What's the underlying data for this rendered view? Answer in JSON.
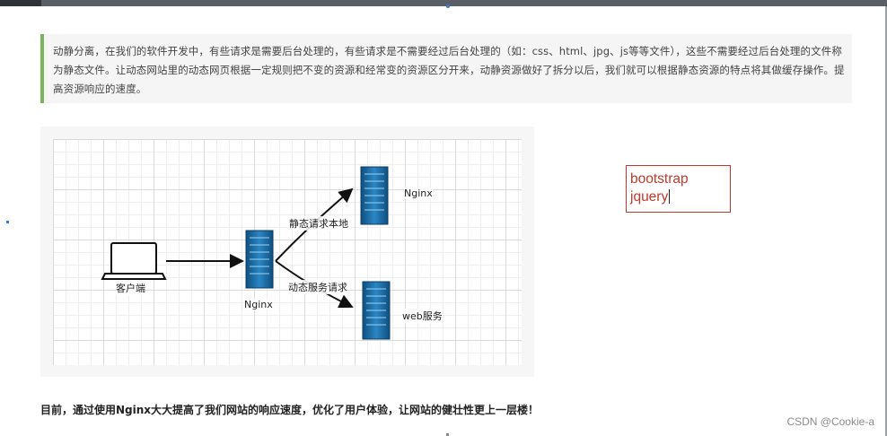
{
  "intro": {
    "text": "动静分离，在我们的软件开发中，有些请求是需要后台处理的，有些请求是不需要经过后台处理的（如：css、html、jpg、js等等文件），这些不需要经过后台处理的文件称为静态文件。让动态网站里的动态网页根据一定规则把不变的资源和经常变的资源区分开来，动静资源做好了拆分以后，我们就可以根据静态资源的特点将其做缓存操作。提高资源响应的速度。"
  },
  "diagram": {
    "client_label": "客户端",
    "proxy_label": "Nginx",
    "static_server_label": "Nginx",
    "dynamic_server_label": "web服务",
    "static_route_label": "静态请求本地",
    "dynamic_route_label": "动态服务请求",
    "server_color": "#1b6aa5"
  },
  "annotation": {
    "line1": "bootstrap",
    "line2": "jquery"
  },
  "footer": {
    "text": "目前，通过使用Nginx大大提高了我们网站的响应速度，优化了用户体验，让网站的健壮性更上一层楼！"
  },
  "watermark": {
    "text": "CSDN @Cookie-a"
  }
}
